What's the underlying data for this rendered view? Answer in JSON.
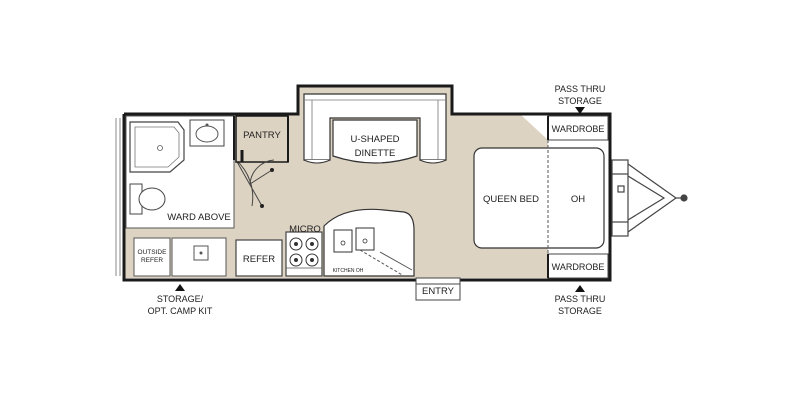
{
  "labels": {
    "pantry": "PANTRY",
    "u_shaped_dinette": [
      "U-SHAPED",
      "DINETTE"
    ],
    "ward_above": "WARD ABOVE",
    "micro": "MICRO",
    "refer": "REFER",
    "outside_refer": [
      "OUTSIDE",
      "REFER"
    ],
    "kitchen_oh": "KITCHEN OH",
    "entry": "ENTRY",
    "queen_bed": "QUEEN BED",
    "oh": "OH",
    "wardrobe_top": "WARDROBE",
    "wardrobe_bottom": "WARDROBE",
    "pass_thru_top": [
      "PASS THRU",
      "STORAGE"
    ],
    "pass_thru_bottom": [
      "PASS THRU",
      "STORAGE"
    ],
    "storage_camp_kit": [
      "STORAGE/",
      "OPT. CAMP KIT"
    ]
  },
  "colors": {
    "floor": "#ddd3c2",
    "wall": "#1a1a1a",
    "furniture": "#ffffff",
    "outline": "#555555"
  }
}
